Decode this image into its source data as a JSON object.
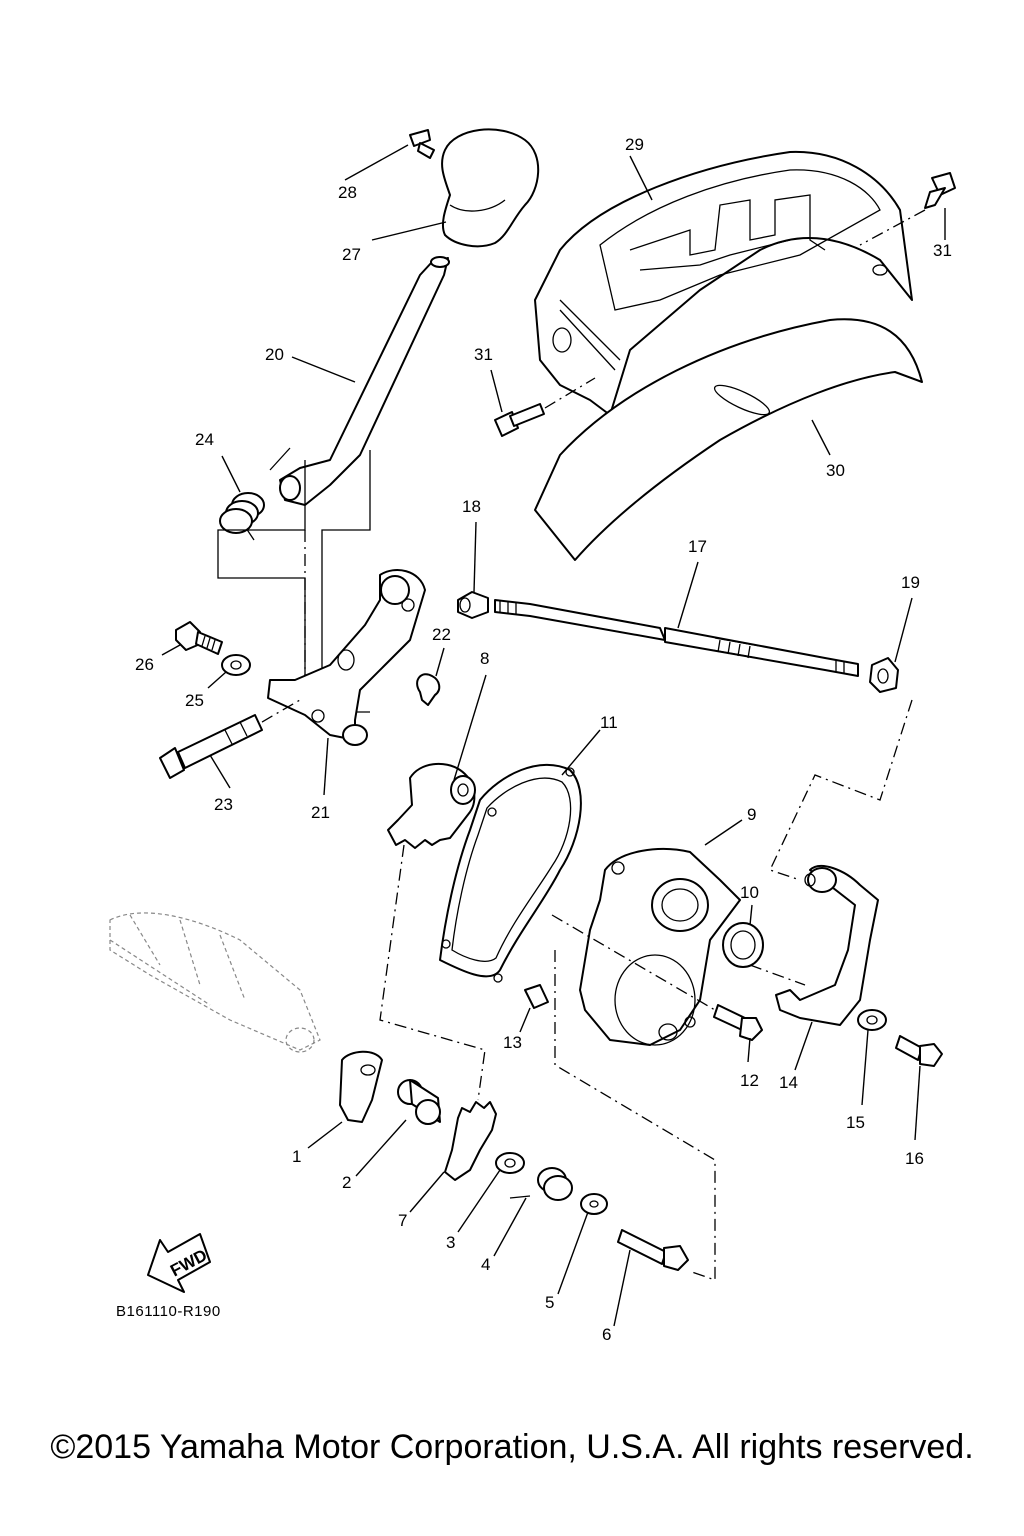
{
  "diagram": {
    "reference_code": "B161110-R190",
    "fwd_label": "FWD",
    "copyright": "©2015 Yamaha Motor Corporation, U.S.A. All rights reserved.",
    "callouts": {
      "c1": "1",
      "c2": "2",
      "c3": "3",
      "c4": "4",
      "c5": "5",
      "c6": "6",
      "c7": "7",
      "c8": "8",
      "c9": "9",
      "c10": "10",
      "c11": "11",
      "c12": "12",
      "c13": "13",
      "c14": "14",
      "c15": "15",
      "c16": "16",
      "c17": "17",
      "c18": "18",
      "c19": "19",
      "c20": "20",
      "c21": "21",
      "c22": "22",
      "c23": "23",
      "c24": "24",
      "c25": "25",
      "c26": "26",
      "c27": "27",
      "c28": "28",
      "c29": "29",
      "c30": "30",
      "c31a": "31",
      "c31b": "31"
    }
  }
}
